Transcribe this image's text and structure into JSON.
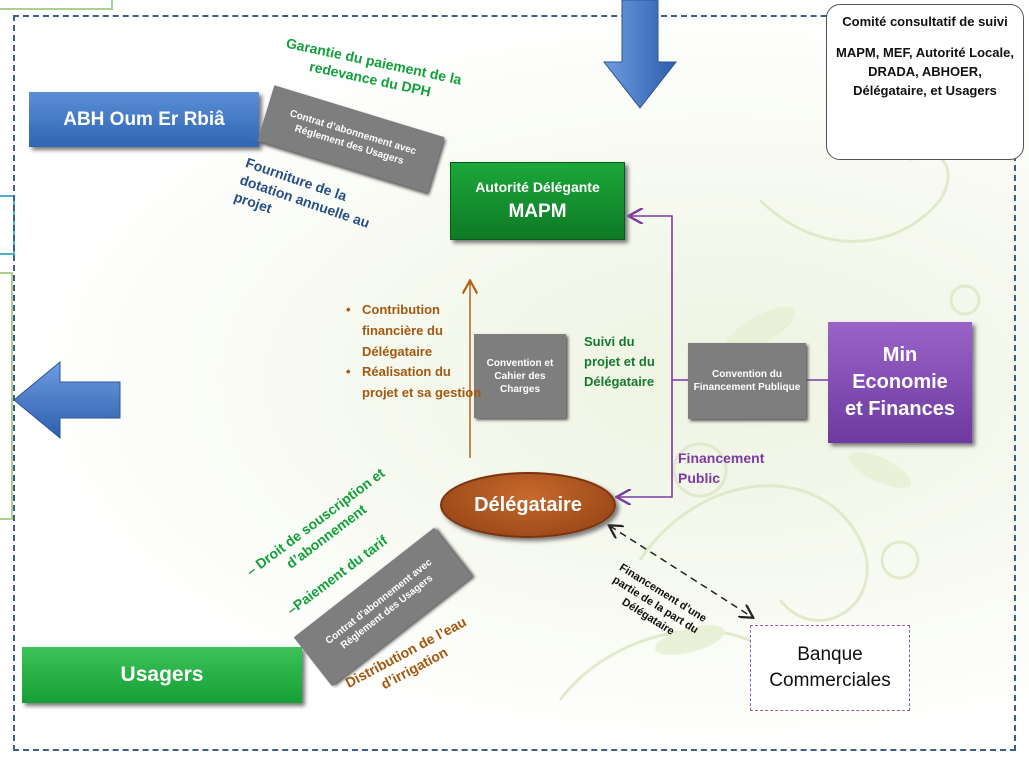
{
  "committee": {
    "title": "Comité consultatif de suivi",
    "members": "MAPM, MEF, Autorité Locale, DRADA, ABHOER, Délégataire, et Usagers"
  },
  "nodes": {
    "abh": "ABH Oum Er Rbiâ",
    "authority_line1": "Autorité Délégante",
    "authority_line2": "MAPM",
    "min_eco_line1": "Min",
    "min_eco_line2": "Economie",
    "min_eco_line3": "et Finances",
    "delegataire": "Délégataire",
    "usagers": "Usagers",
    "banque_line1": "Banque",
    "banque_line2": "Commerciales"
  },
  "documents": {
    "contrat_top": "Contrat d’abonnement avec Réglement des Usagers",
    "contrat_bottom": "Contrat d’abonnement avec Réglement des Usagers",
    "convention_cahier": "Convention et Cahier des Charges",
    "convention_financement": "Convention du Financement Publique"
  },
  "labels": {
    "garantie": "Garantie du paiement de la redevance du DPH",
    "fourniture": "Fourniture de la dotation annuelle au projet",
    "bullet1": "Contribution financière du Délégataire",
    "bullet2": "Réalisation du projet et sa gestion",
    "suivi": "Suivi du projet et du Délégataire",
    "financement_public": "Financement Public",
    "droit": "– Droit de souscription et d’abonnement",
    "paiement": "–Paiement du tarif",
    "distribution": "Distribution de l’eau d’irrigation",
    "financement_banque": "Financement d’une partie de la part du Délégataire"
  },
  "colors": {
    "frame": "#3d5f8c",
    "blue_box": "#2f66b3",
    "green_box": "#0e7a25",
    "purple_box": "#6e3aa0",
    "delegataire": "#a5521c",
    "arrow_purple": "#7a3aa6",
    "arrow_brown": "#b4621a"
  }
}
